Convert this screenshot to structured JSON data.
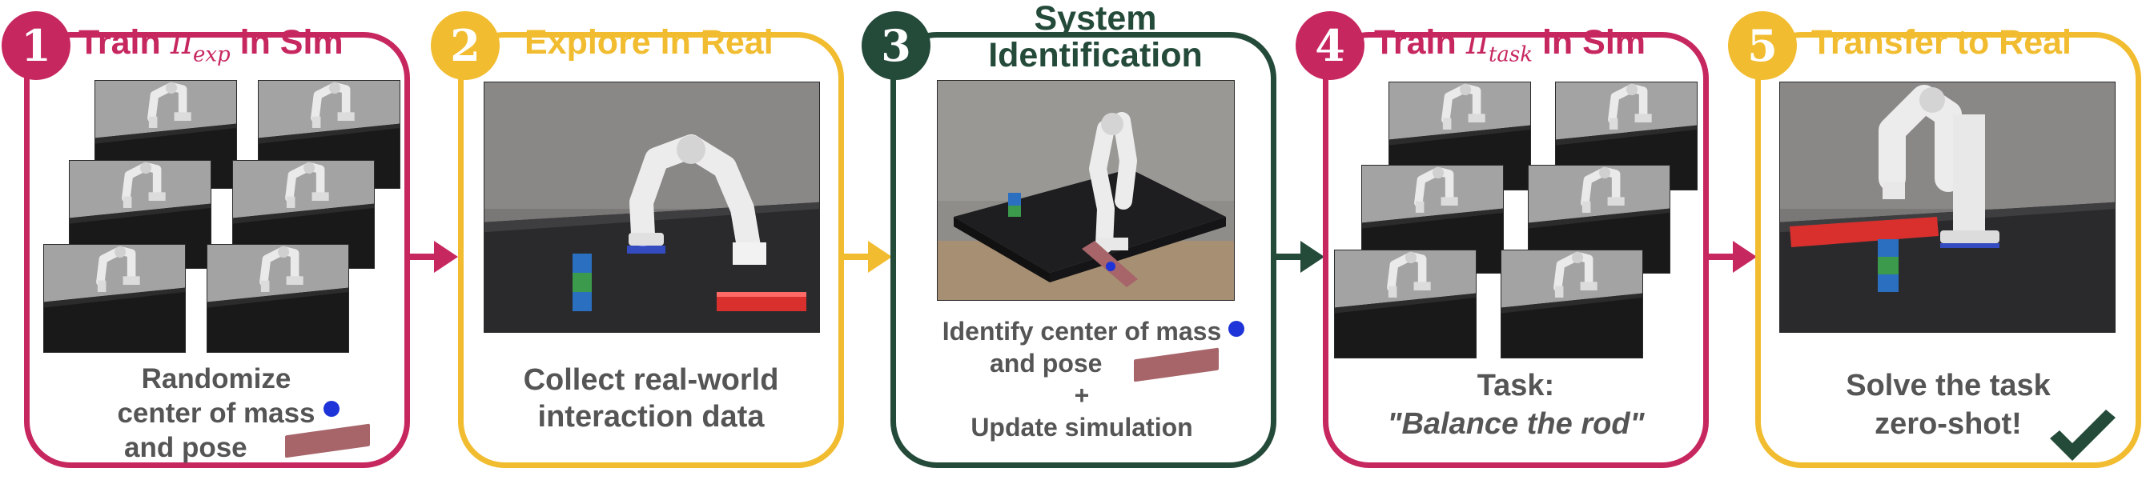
{
  "colors": {
    "magenta": "#c7275f",
    "yellow": "#f1bc2f",
    "green": "#244a3a",
    "caption_gray": "#555555",
    "rod_red": "#d9302e",
    "cube_blue": "#2a6fc0",
    "cube_green": "#3c9a4d",
    "com_dot_blue": "#1f34d8"
  },
  "steps": [
    {
      "number": "1",
      "title_prefix": "Train",
      "policy_symbol": "π",
      "policy_subscript": "exp",
      "title_suffix": "in Sim",
      "caption_line1": "Randomize",
      "caption_line2": "center of mass",
      "caption_line3": "and pose"
    },
    {
      "number": "2",
      "title": "Explore in Real",
      "caption_line1": "Collect real-world",
      "caption_line2": "interaction data"
    },
    {
      "number": "3",
      "title_line1": "System",
      "title_line2": "Identification",
      "caption_line1": "Identify center of mass",
      "caption_line2": "and pose",
      "caption_plus": "+",
      "caption_line3": "Update simulation"
    },
    {
      "number": "4",
      "title_prefix": "Train",
      "policy_symbol": "π",
      "policy_subscript": "task",
      "title_suffix": "in Sim",
      "caption_line1": "Task:",
      "caption_line2": "\"Balance the rod\""
    },
    {
      "number": "5",
      "title": "Transfer to Real",
      "caption_line1": "Solve the task",
      "caption_line2": "zero-shot!",
      "check_icon": "checkmark-icon"
    }
  ]
}
